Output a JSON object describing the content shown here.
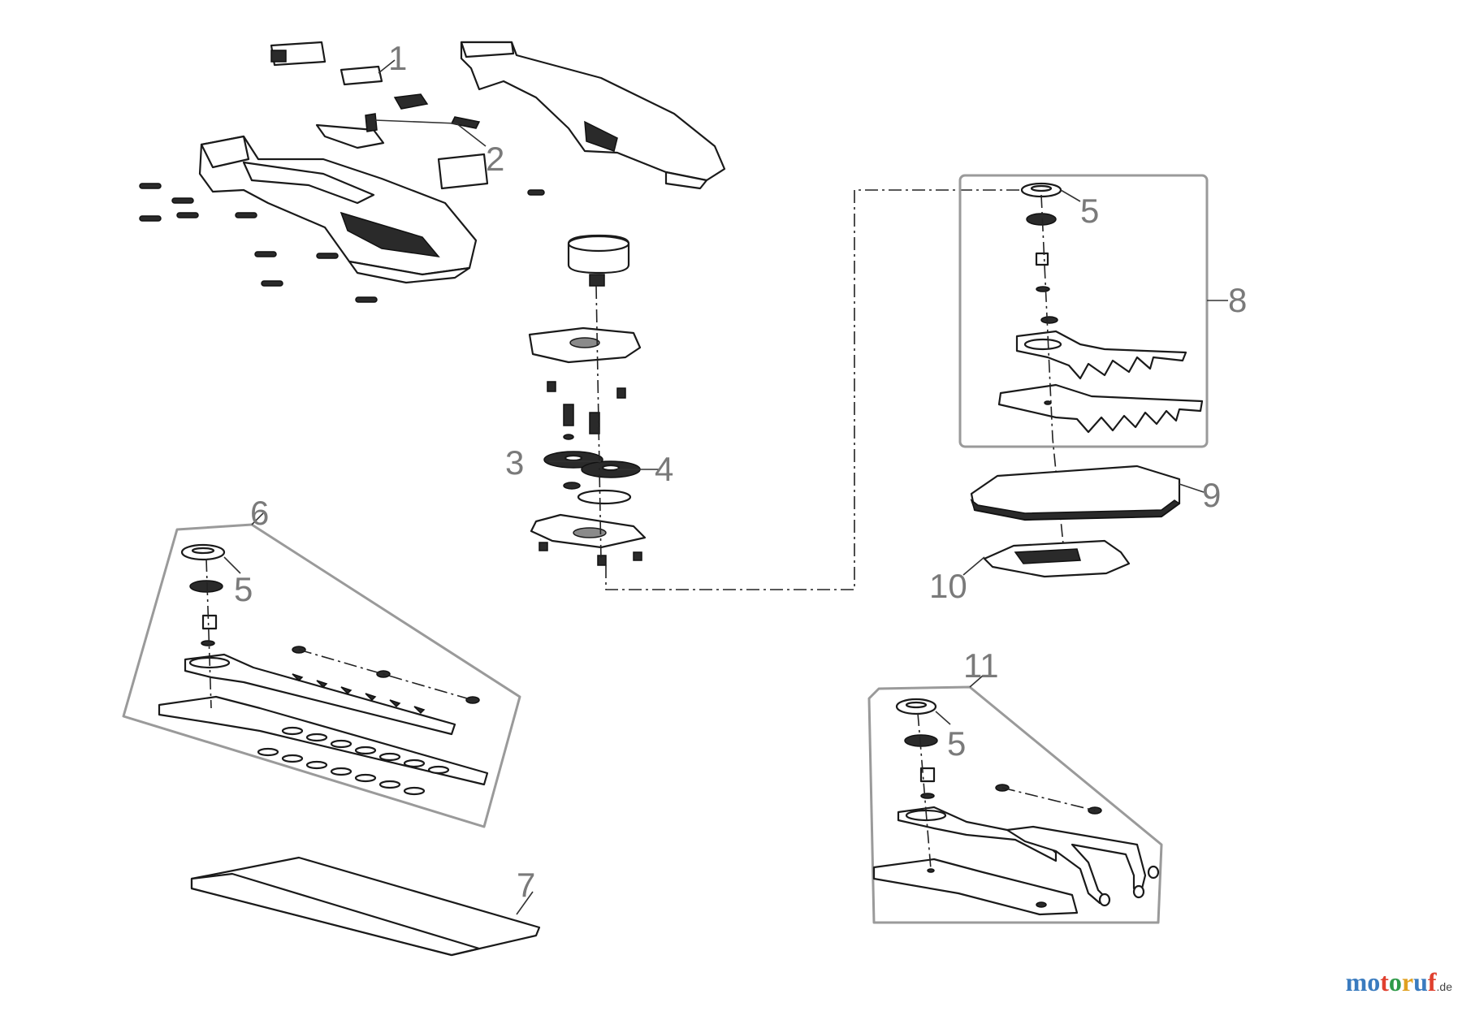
{
  "diagram": {
    "labels": [
      {
        "id": "1",
        "text": "1"
      },
      {
        "id": "2",
        "text": "2"
      },
      {
        "id": "3",
        "text": "3"
      },
      {
        "id": "4",
        "text": "4"
      },
      {
        "id": "5a",
        "text": "5"
      },
      {
        "id": "5b",
        "text": "5"
      },
      {
        "id": "5c",
        "text": "5"
      },
      {
        "id": "6",
        "text": "6"
      },
      {
        "id": "7",
        "text": "7"
      },
      {
        "id": "8",
        "text": "8"
      },
      {
        "id": "9",
        "text": "9"
      },
      {
        "id": "10",
        "text": "10"
      },
      {
        "id": "11",
        "text": "11"
      }
    ]
  },
  "brand": {
    "name": "motoruf",
    "tld": ".de"
  }
}
